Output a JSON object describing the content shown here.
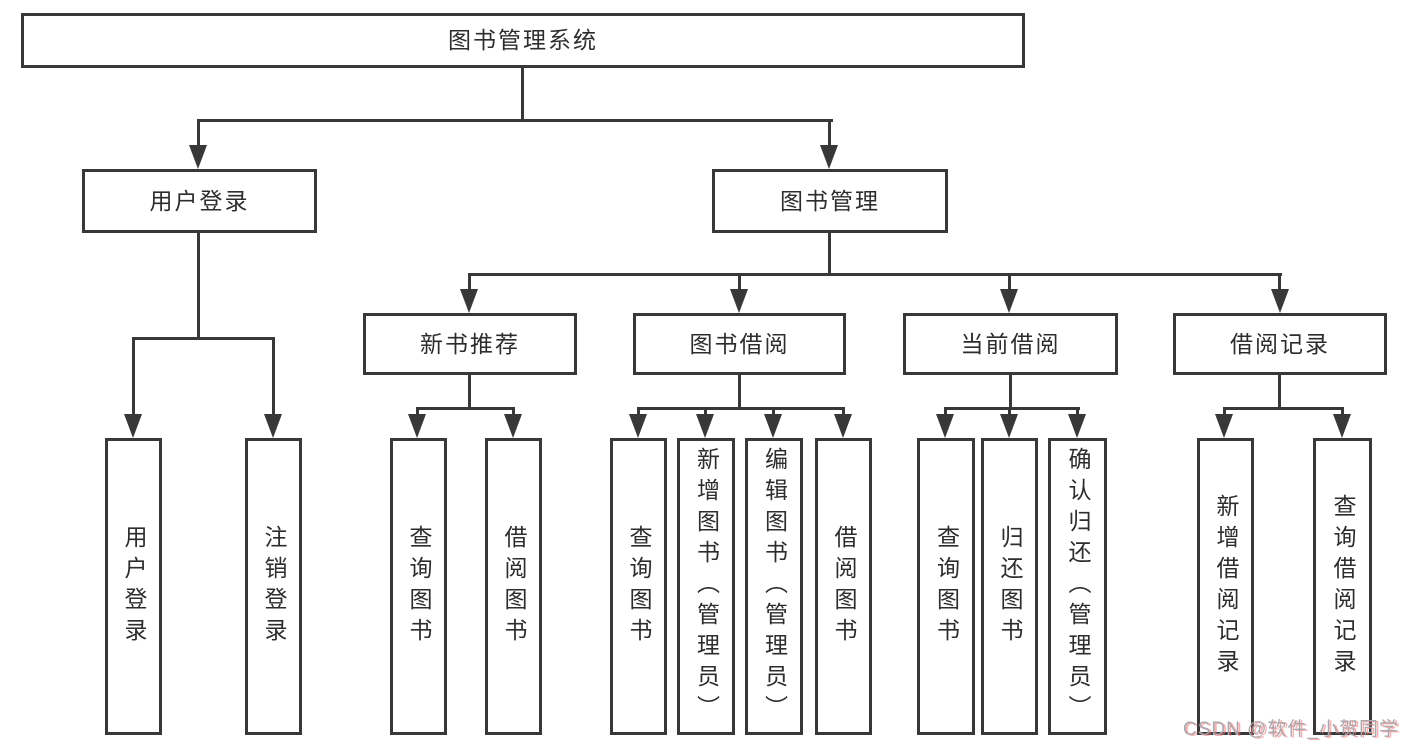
{
  "title": "图书管理系统",
  "tree": {
    "label": "图书管理系统",
    "children": [
      {
        "label": "用户登录",
        "children": [
          {
            "label": "用户登录"
          },
          {
            "label": "注销登录"
          }
        ]
      },
      {
        "label": "图书管理",
        "children": [
          {
            "label": "新书推荐",
            "children": [
              {
                "label": "查询图书"
              },
              {
                "label": "借阅图书"
              }
            ]
          },
          {
            "label": "图书借阅",
            "children": [
              {
                "label": "查询图书"
              },
              {
                "label": "新增图书（管理员）"
              },
              {
                "label": "编辑图书（管理员）"
              },
              {
                "label": "借阅图书"
              }
            ]
          },
          {
            "label": "当前借阅",
            "children": [
              {
                "label": "查询图书"
              },
              {
                "label": "归还图书"
              },
              {
                "label": "确认归还（管理员）"
              }
            ]
          },
          {
            "label": "借阅记录",
            "children": [
              {
                "label": "新增借阅记录"
              },
              {
                "label": "查询借阅记录"
              }
            ]
          }
        ]
      }
    ]
  },
  "watermark": {
    "text": "CSDN @软件_小贺同学"
  },
  "colors": {
    "line": "#383838",
    "box_background": "#ffffff",
    "watermark_gray": "#a8a8ae",
    "watermark_red": "#f77070"
  }
}
